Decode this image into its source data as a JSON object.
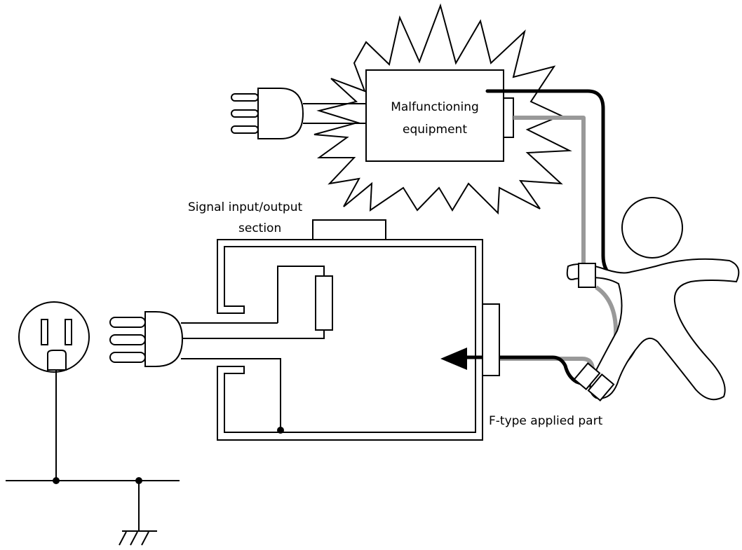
{
  "labels": {
    "malfunction_line1": "Malfunctioning",
    "malfunction_line2": "equipment",
    "signal_line1": "Signal input/output",
    "signal_line2": "section",
    "applied_part": "F-type applied part"
  },
  "colors": {
    "stroke": "#000000",
    "background": "#ffffff",
    "leakage_path": "#000000",
    "secondary_lead": "#999999"
  }
}
